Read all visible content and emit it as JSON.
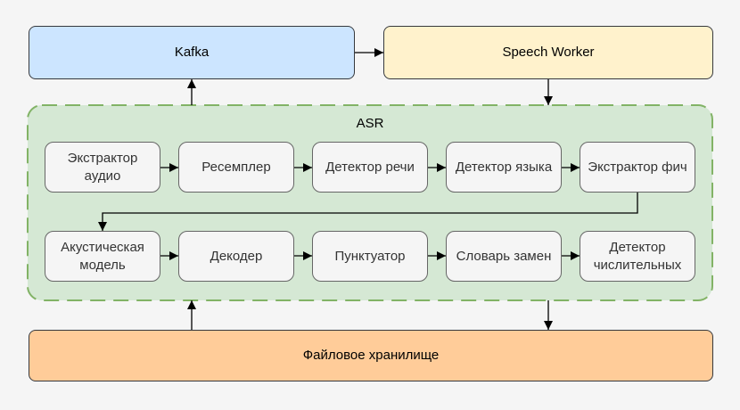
{
  "diagram": {
    "background": "#f5f5f5",
    "nodes": {
      "kafka": {
        "label": "Kafka",
        "fill": "#cce5ff",
        "stroke": "#36393d"
      },
      "speech_worker": {
        "label": "Speech Worker",
        "fill": "#fff2cc",
        "stroke": "#36393d"
      },
      "file_storage": {
        "label": "Файловое хранилище",
        "fill": "#ffcc99",
        "stroke": "#36393d"
      }
    },
    "asr_group": {
      "label": "ASR",
      "fill": "#d5e8d4",
      "stroke": "#82b366",
      "border_style": "dashed",
      "step_fill": "#f5f5f5",
      "step_stroke": "#666666",
      "step_text_color": "#333333",
      "row1": [
        "Экстрактор аудио",
        "Ресемплер",
        "Детектор речи",
        "Детектор языка",
        "Экстрактор фич"
      ],
      "row2": [
        "Акустическая модель",
        "Декодер",
        "Пунктуатор",
        "Словарь замен",
        "Детектор числительных"
      ]
    },
    "edges": [
      {
        "from": "kafka",
        "to": "speech_worker"
      },
      {
        "from": "asr",
        "to": "kafka"
      },
      {
        "from": "speech_worker",
        "to": "asr"
      },
      {
        "from": "extractor_audio",
        "to": "resampler"
      },
      {
        "from": "resampler",
        "to": "speech_detector"
      },
      {
        "from": "speech_detector",
        "to": "language_detector"
      },
      {
        "from": "language_detector",
        "to": "feature_extractor"
      },
      {
        "from": "feature_extractor",
        "to": "acoustic_model"
      },
      {
        "from": "acoustic_model",
        "to": "decoder"
      },
      {
        "from": "decoder",
        "to": "punctuator"
      },
      {
        "from": "punctuator",
        "to": "replacement_dictionary"
      },
      {
        "from": "replacement_dictionary",
        "to": "numeral_detector"
      },
      {
        "from": "asr",
        "to": "file_storage"
      },
      {
        "from": "file_storage",
        "to": "asr"
      }
    ],
    "arrow_color": "#000000"
  }
}
